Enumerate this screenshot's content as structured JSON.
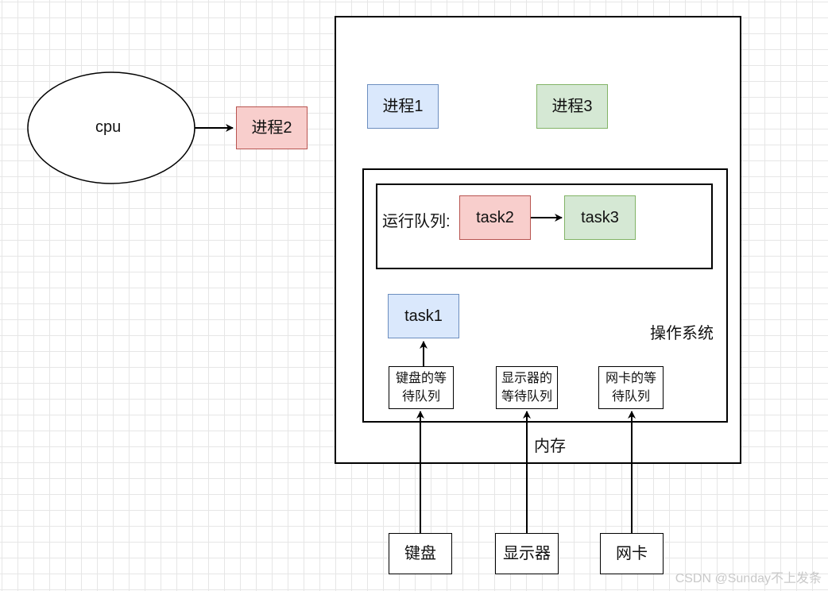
{
  "cpu": {
    "label": "cpu"
  },
  "running_process": {
    "label": "进程2"
  },
  "memory": {
    "label": "内存",
    "processes": [
      {
        "label": "进程1"
      },
      {
        "label": "进程3"
      }
    ]
  },
  "os": {
    "label": "操作系统",
    "run_queue": {
      "label": "运行队列:",
      "tasks": [
        {
          "label": "task2"
        },
        {
          "label": "task3"
        }
      ]
    },
    "waiting_task": {
      "label": "task1"
    },
    "wait_queues": [
      {
        "line1": "键盘的等",
        "line2": "待队列"
      },
      {
        "line1": "显示器的",
        "line2": "等待队列"
      },
      {
        "line1": "网卡的等",
        "line2": "待队列"
      }
    ]
  },
  "devices": [
    {
      "label": "键盘"
    },
    {
      "label": "显示器"
    },
    {
      "label": "网卡"
    }
  ],
  "watermark": "CSDN @Sunday不上发条",
  "colors": {
    "blue_fill": "#dae8fc",
    "blue_border": "#6c8ebf",
    "red_fill": "#f8cecc",
    "red_border": "#b85450",
    "green_fill": "#d5e8d4",
    "green_border": "#82b366"
  }
}
